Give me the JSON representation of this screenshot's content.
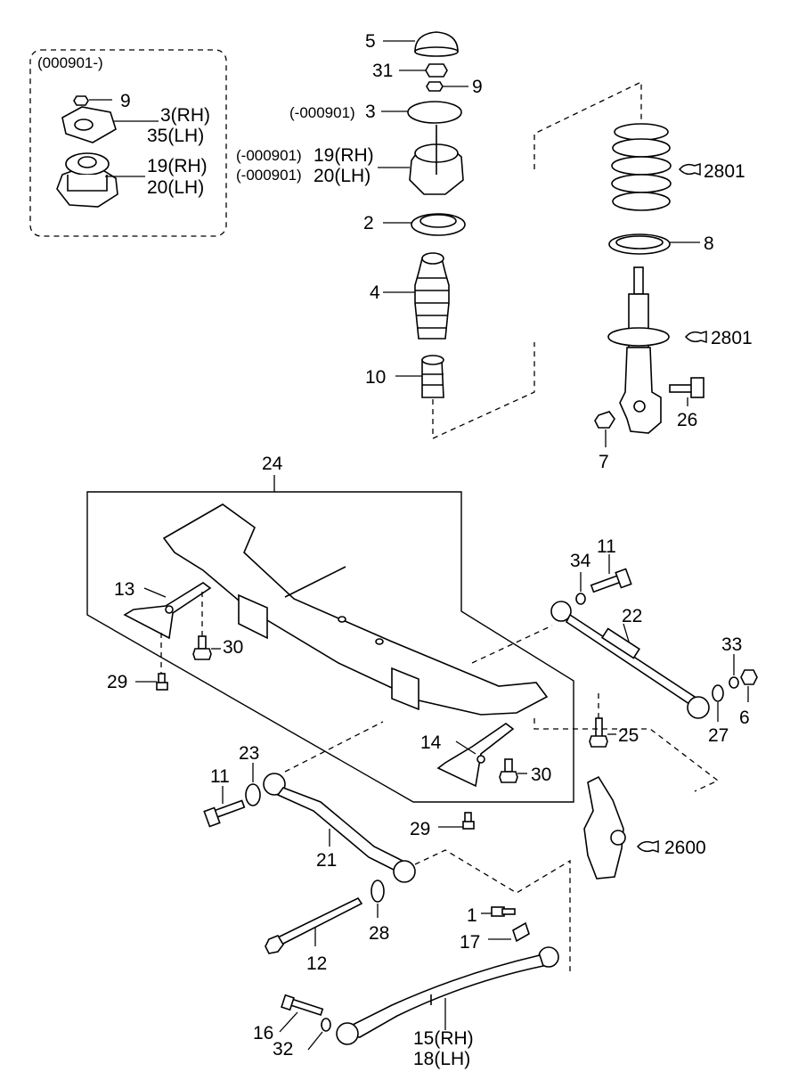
{
  "inset": {
    "title": "(000901-)",
    "labels": {
      "p9": "9",
      "p3": "3(RH)",
      "p35": "35(LH)",
      "p19": "19(RH)",
      "p20": "20(LH)"
    }
  },
  "strut": {
    "p5": "5",
    "p31": "31",
    "p9": "9",
    "p3_prefix": "(-000901)",
    "p3": "3",
    "p19_prefix": "(-000901)",
    "p19": "19(RH)",
    "p20_prefix": "(-000901)",
    "p20": "20(LH)",
    "p2": "2",
    "p4": "4",
    "p10": "10"
  },
  "spring": {
    "p2801a": "2801",
    "p8": "8",
    "p2801b": "2801",
    "p26": "26",
    "p7": "7"
  },
  "crossmember": {
    "p24": "24",
    "p13": "13",
    "p30a": "30",
    "p29a": "29",
    "p14": "14",
    "p30b": "30",
    "p29b": "29"
  },
  "lateral_arms": {
    "p34": "34",
    "p11a": "11",
    "p22": "22",
    "p33": "33",
    "p6": "6",
    "p27": "27",
    "p25": "25",
    "p23": "23",
    "p11b": "11",
    "p21": "21",
    "p28": "28",
    "p12": "12",
    "p2600": "2600"
  },
  "trailing_arm": {
    "p1": "1",
    "p17": "17",
    "p16": "16",
    "p32": "32",
    "p15": "15(RH)",
    "p18": "18(LH)"
  }
}
